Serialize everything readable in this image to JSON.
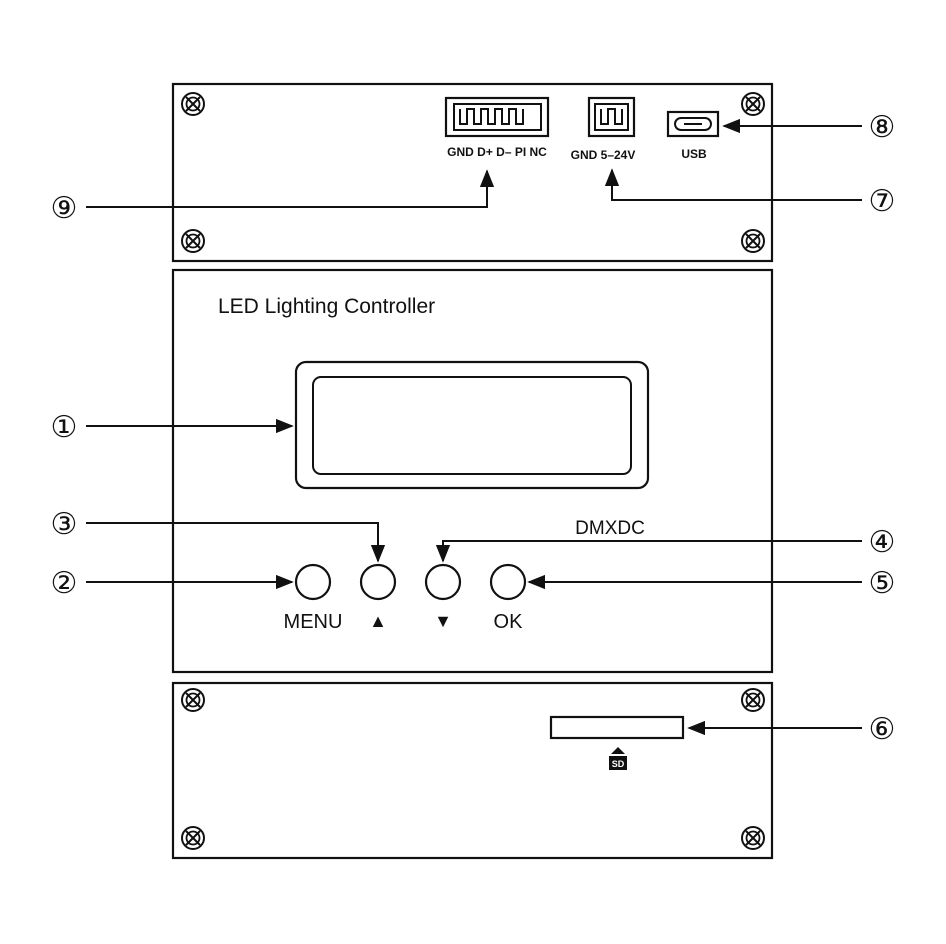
{
  "title": "LED Lighting Controller",
  "model": "DMXDC",
  "ports": {
    "dmx_labels": "GND D+ D– PI NC",
    "power_labels": "GND 5–24V",
    "usb_label": "USB"
  },
  "buttons": {
    "menu_label": "MENU",
    "up_label": "▲",
    "down_label": "▼",
    "ok_label": "OK"
  },
  "sd_label": "SD",
  "callouts": {
    "c1": "①",
    "c2": "②",
    "c3": "③",
    "c4": "④",
    "c5": "⑤",
    "c6": "⑥",
    "c7": "⑦",
    "c8": "⑧",
    "c9": "⑨"
  }
}
